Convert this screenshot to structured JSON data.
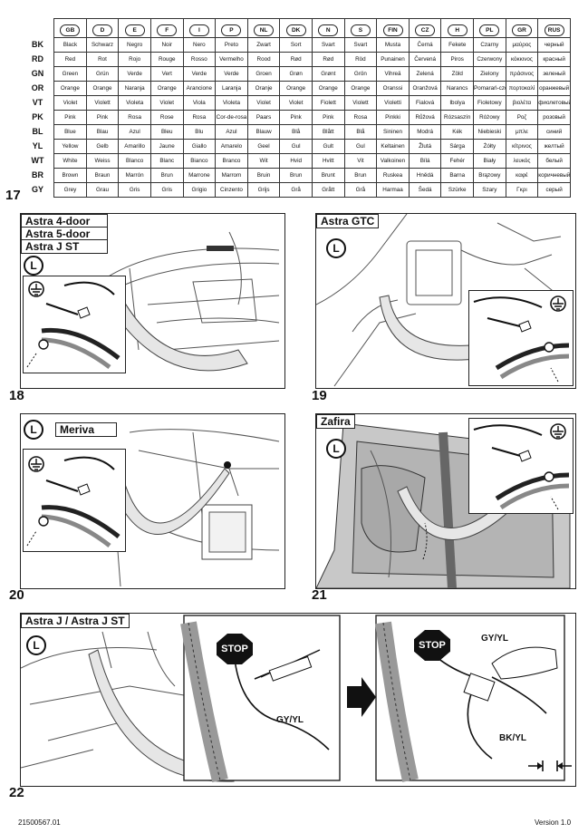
{
  "table": {
    "countries": [
      "GB",
      "D",
      "E",
      "F",
      "I",
      "P",
      "NL",
      "DK",
      "N",
      "S",
      "FIN",
      "CZ",
      "H",
      "PL",
      "GR",
      "RUS"
    ],
    "rows": [
      {
        "code": "BK",
        "names": [
          "Black",
          "Schwarz",
          "Negro",
          "Noir",
          "Nero",
          "Preto",
          "Zwart",
          "Sort",
          "Svart",
          "Svart",
          "Musta",
          "Černá",
          "Fekete",
          "Czarny",
          "μαύρος",
          "черный"
        ]
      },
      {
        "code": "RD",
        "names": [
          "Red",
          "Rot",
          "Rojo",
          "Rouge",
          "Rosso",
          "Vermelho",
          "Rood",
          "Rød",
          "Rød",
          "Röd",
          "Punainen",
          "Červená",
          "Piros",
          "Czerwony",
          "κόκκινος",
          "красный"
        ]
      },
      {
        "code": "GN",
        "names": [
          "Green",
          "Grün",
          "Verde",
          "Vert",
          "Verde",
          "Verde",
          "Groen",
          "Grøn",
          "Grønt",
          "Grön",
          "Vihreä",
          "Zelená",
          "Zöld",
          "Zielony",
          "πράσινος",
          "зеленый"
        ]
      },
      {
        "code": "OR",
        "names": [
          "Orange",
          "Orange",
          "Naranja",
          "Orange",
          "Arancione",
          "Laranja",
          "Oranje",
          "Orange",
          "Orange",
          "Orange",
          "Oranssi",
          "Oranžová",
          "Narancs",
          "Pomarań-czowy",
          "πορτοκαλί",
          "оранжевый"
        ]
      },
      {
        "code": "VT",
        "names": [
          "Violet",
          "Violett",
          "Violeta",
          "Violet",
          "Viola",
          "Violeta",
          "Violet",
          "Violet",
          "Fiolett",
          "Violett",
          "Violetti",
          "Fialová",
          "Ibolya",
          "Fioletowy",
          "βιολέτα",
          "фиолетовый"
        ]
      },
      {
        "code": "PK",
        "names": [
          "Pink",
          "Pink",
          "Rosa",
          "Rose",
          "Rosa",
          "Cor-de-rosa",
          "Paars",
          "Pink",
          "Pink",
          "Rosa",
          "Pinkki",
          "Růžová",
          "Rózsaszín",
          "Różowy",
          "Ροζ",
          "розовый"
        ]
      },
      {
        "code": "BL",
        "names": [
          "Blue",
          "Blau",
          "Azul",
          "Bleu",
          "Blu",
          "Azul",
          "Blauw",
          "Blå",
          "Blått",
          "Blå",
          "Sininen",
          "Modrá",
          "Kék",
          "Niebieski",
          "μπλε",
          "синий"
        ]
      },
      {
        "code": "YL",
        "names": [
          "Yellow",
          "Gelb",
          "Amarillo",
          "Jaune",
          "Giallo",
          "Amarelo",
          "Geel",
          "Gul",
          "Gult",
          "Gul",
          "Keltainen",
          "Žlutá",
          "Sárga",
          "Żółty",
          "κίτρινος",
          "желтый"
        ]
      },
      {
        "code": "WT",
        "names": [
          "White",
          "Weiss",
          "Blanco",
          "Blanc",
          "Bianco",
          "Branco",
          "Wit",
          "Hvid",
          "Hvitt",
          "Vit",
          "Valkoinen",
          "Bílá",
          "Fehér",
          "Biały",
          "λευκός",
          "белый"
        ]
      },
      {
        "code": "BR",
        "names": [
          "Brown",
          "Braun",
          "Marrón",
          "Brun",
          "Marrone",
          "Marrom",
          "Bruin",
          "Brun",
          "Brunt",
          "Brun",
          "Ruskea",
          "Hnědá",
          "Barna",
          "Brązowy",
          "καφέ",
          "коричневый"
        ]
      },
      {
        "code": "GY",
        "names": [
          "Grey",
          "Grau",
          "Gris",
          "Gris",
          "Grigio",
          "Cinzento",
          "Grijs",
          "Grå",
          "Grått",
          "Grå",
          "Harmaa",
          "Šedá",
          "Szürke",
          "Szary",
          "Γκρι",
          "серый"
        ]
      }
    ]
  },
  "steps": {
    "s17": "17",
    "s18": "18",
    "s19": "19",
    "s20": "20",
    "s21": "21",
    "s22": "22"
  },
  "panels": {
    "p18": {
      "labels": [
        "Astra 4-door",
        "Astra 5-door",
        "Astra J ST"
      ],
      "side": "L"
    },
    "p19": {
      "label": "Astra GTC",
      "side": "L"
    },
    "p20": {
      "label": "Meriva",
      "side": "L"
    },
    "p21": {
      "label": "Zafira",
      "side": "L"
    },
    "p22": {
      "label": "Astra J / Astra J ST",
      "side": "L",
      "stop1": "STOP",
      "stop2": "STOP",
      "wire1": "GY/YL",
      "wire2": "GY/YL",
      "wire3": "BK/YL"
    }
  },
  "footer": {
    "doc_number": "21500567.01",
    "version": "Version 1.0"
  }
}
